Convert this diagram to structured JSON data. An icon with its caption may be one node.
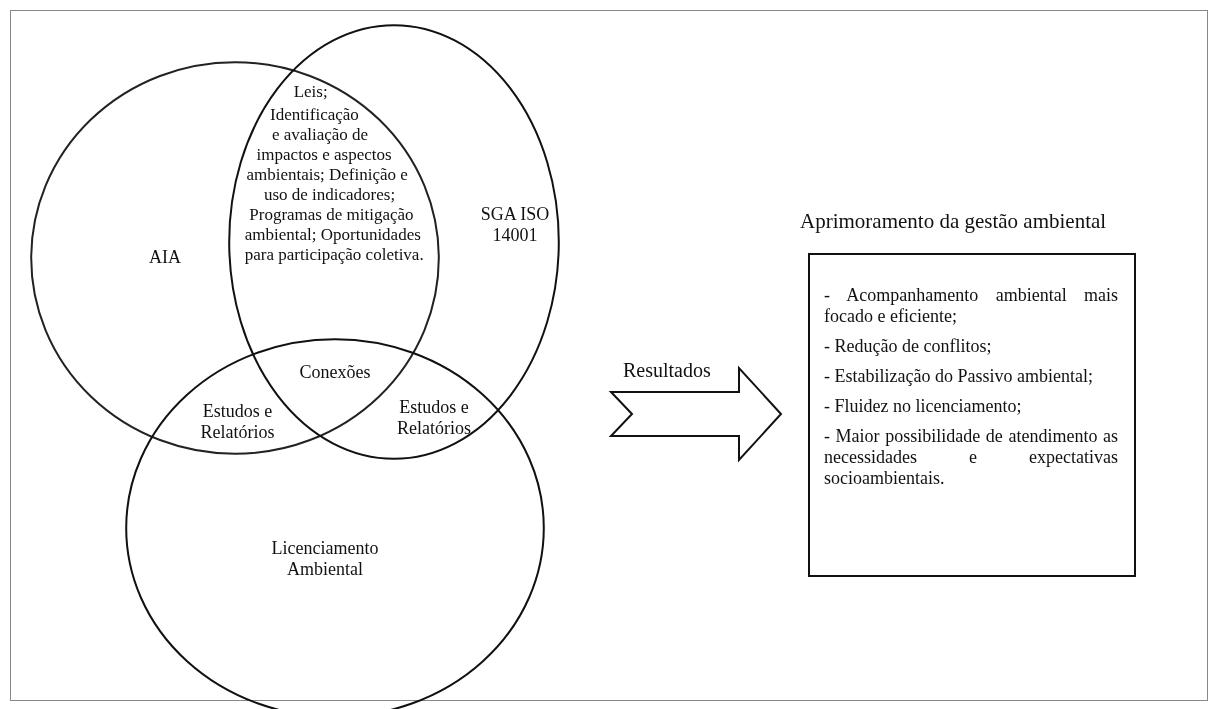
{
  "diagram": {
    "nodes": [
      {
        "text": [
          "AIA"
        ]
      },
      {
        "text": [
          "SGA ISO 14001"
        ]
      },
      {
        "text": [
          "Licenciamento Ambiental"
        ]
      },
      {
        "text": [
          "Aprimoramento da gestão ambiental",
          "- Acompanhamento ambiental mais focado e eficiente;",
          "- Redução de conflitos;",
          "- Estabilização do Passivo ambiental;",
          "- Fluidez no licenciamento;",
          "- Maior possibilidade de atendimento as necessidades e expectativas socioambientais."
        ]
      }
    ],
    "edges": [
      {
        "from": null,
        "to": 3,
        "arrow": "to",
        "label": "Resultados",
        "style": "thick"
      }
    ],
    "labels": [
      "Leis; Identificação e avaliação de impactos e aspectos ambientais; Definição e uso de indicadores; Programas de mitigação ambiental; Oportunidades para participação coletiva.",
      "Conexões",
      "Estudos e Relatórios",
      "Estudos e Relatórios"
    ]
  }
}
